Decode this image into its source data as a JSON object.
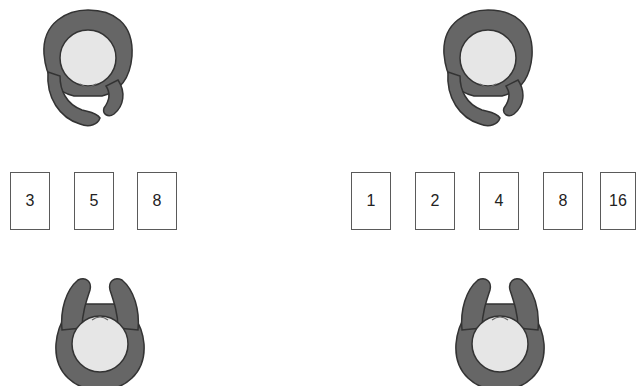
{
  "diagram": {
    "nodes": [
      {
        "text": [
          "3"
        ]
      },
      {
        "text": [
          "5"
        ]
      },
      {
        "text": [
          "8"
        ]
      },
      {
        "text": [
          "1"
        ]
      },
      {
        "text": [
          "2"
        ]
      },
      {
        "text": [
          "4"
        ]
      },
      {
        "text": [
          "8"
        ]
      },
      {
        "text": [
          "16"
        ]
      }
    ]
  }
}
